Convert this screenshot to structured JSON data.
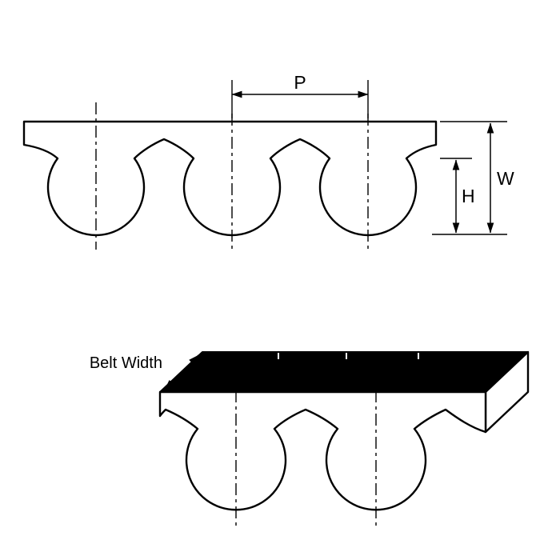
{
  "diagram": {
    "type": "technical-drawing",
    "subject": "timing-belt-tooth-profile",
    "labels": {
      "pitch": "P",
      "overall_depth": "W",
      "tooth_height": "H",
      "belt_width": "Belt Width"
    },
    "colors": {
      "line": "#000000",
      "background": "#ffffff",
      "belt_top_surface": "#000000",
      "belt_body_fill": "#ffffff"
    },
    "views": {
      "top": "side profile of belt with three teeth, pitch P between tooth centerlines, W overall depth, H tooth height",
      "bottom": "3D perspective of belt segment with black top surface and Belt Width direction arrow"
    }
  }
}
